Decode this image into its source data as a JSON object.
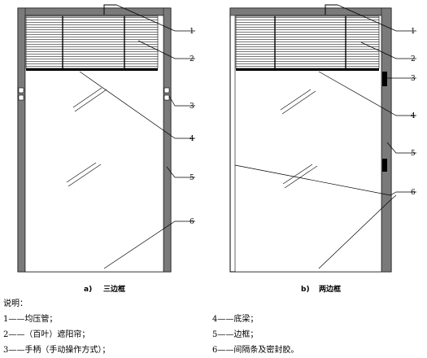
{
  "figure": {
    "callout_numbers": [
      "1",
      "2",
      "3",
      "4",
      "5",
      "6"
    ],
    "caption_a_letter": "a)",
    "caption_a_text": "三边框",
    "caption_b_letter": "b)",
    "caption_b_text": "两边框"
  },
  "notes": {
    "title": "说明：",
    "items": [
      "1——均压管；",
      "2——（百叶）遮阳帘；",
      "3——手柄（手动操作方式）；",
      "4——底梁；",
      "5——边框；",
      "6——间隔条及密封胶。"
    ]
  },
  "colors": {
    "frame": "#7a7a7a",
    "line": "#000000",
    "glass": "#ffffff"
  }
}
